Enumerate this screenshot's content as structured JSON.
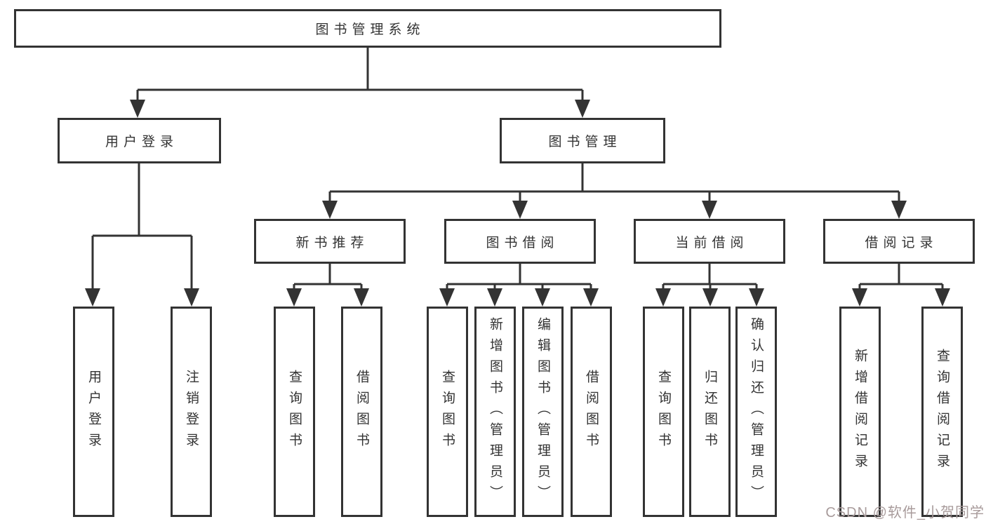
{
  "colors": {
    "line": "#333333",
    "box_border": "#333333",
    "text": "#333333",
    "background": "#ffffff",
    "watermark": "#a89b9b"
  },
  "diagram": {
    "root": {
      "label": "图书管理系统"
    },
    "level2": [
      {
        "id": "user-login",
        "label": "用户登录"
      },
      {
        "id": "book-management",
        "label": "图书管理"
      }
    ],
    "level3": [
      {
        "id": "new-book-recommend",
        "label": "新书推荐"
      },
      {
        "id": "book-borrow",
        "label": "图书借阅"
      },
      {
        "id": "current-borrow",
        "label": "当前借阅"
      },
      {
        "id": "borrow-records",
        "label": "借阅记录"
      }
    ],
    "leaves": {
      "user_login": [
        "用户登录",
        "注销登录"
      ],
      "new_book_recommend": [
        "查询图书",
        "借阅图书"
      ],
      "book_borrow": [
        "查询图书",
        "新增图书（管理员）",
        "编辑图书（管理员）",
        "借阅图书"
      ],
      "current_borrow": [
        "查询图书",
        "归还图书",
        "确认归还（管理员）"
      ],
      "borrow_records": [
        "新增借阅记录",
        "查询借阅记录"
      ]
    }
  },
  "watermark": {
    "text": "CSDN @软件_小贺同学"
  }
}
